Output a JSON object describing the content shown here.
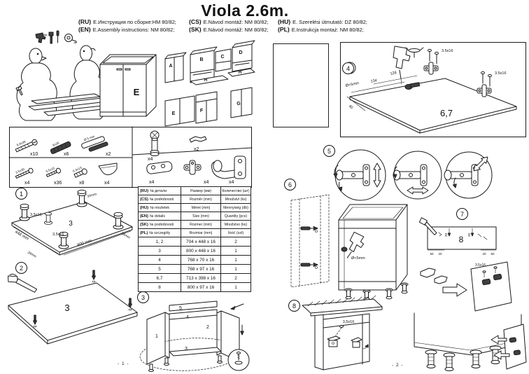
{
  "title": "Viola 2.6m.",
  "languages": {
    "ru": {
      "code": "(RU)",
      "text": "Е.Инструкция по сборке:HM 80/82;"
    },
    "en": {
      "code": "(EN)",
      "text": "E.Assembly instructions: NM 80/82;"
    },
    "cs": {
      "code": "(CS)",
      "text": "E.Návod montáž: NM 80/82;"
    },
    "sk": {
      "code": "(SK)",
      "text": "E.Návod montáž: NM 80/82;"
    },
    "hu": {
      "code": "(HU)",
      "text": "E. Szerelési útmutató: DZ 80/82;"
    },
    "pl": {
      "code": "(PL)",
      "text": "E.Instrukcja montaż: NM 80/82;"
    }
  },
  "overview": {
    "wall": [
      "A",
      "B",
      "C",
      "D"
    ],
    "base": [
      "E",
      "F",
      "G"
    ],
    "tops": [
      "H",
      "H"
    ],
    "main_cabinet": "E"
  },
  "hardware": {
    "row1": [
      {
        "size": "6.4x30",
        "qty": "x10"
      },
      {
        "size": "8x35",
        "qty": "x6"
      },
      {
        "size": "Ø 5 mm",
        "qty": "x2"
      }
    ],
    "row2": [
      {
        "size": "3.5x30",
        "qty": "x4"
      },
      {
        "size": "3.5x16",
        "qty": "x36"
      },
      {
        "size": "6.3x13",
        "qty": "x8"
      },
      {
        "qty": "x4"
      }
    ],
    "right": [
      {
        "name": "adjustable-leg",
        "qty": "x4"
      },
      {
        "name": "clip",
        "qty": "x2"
      },
      {
        "name": "cover-plate",
        "qty": "x4"
      },
      {
        "name": "hinge-plate",
        "qty": "x4"
      },
      {
        "name": "hinge-arm",
        "qty": "x4"
      }
    ]
  },
  "steps": {
    "s1": {
      "num": "1",
      "panel": "3",
      "screw": "3,5x16",
      "depth": "448 mm",
      "width": "800 mm",
      "inset": "34mm"
    },
    "s2": {
      "num": "2",
      "panel": "3"
    },
    "s3": {
      "num": "3",
      "p1": "1",
      "p2": "2",
      "p3": "3",
      "p4": "4",
      "p5": "5"
    },
    "s4": {
      "num": "4",
      "panel": "6,7",
      "drill": "Ø<5mm",
      "dim_a": "128",
      "dim_b": "134",
      "dim_c": "40",
      "screw": "3.5x16"
    },
    "s5": {
      "num": "5"
    },
    "s6": {
      "num": "6",
      "drill": "Ø<5mm"
    },
    "s7": {
      "num": "7",
      "panel": "8",
      "screw": "3.5x16",
      "top_off": "20",
      "side_off": "50"
    },
    "s8": {
      "num": "8",
      "screw": "3,5x16"
    }
  },
  "table": {
    "headers": [
      {
        "code": "(RU)",
        "col1": "№ детали",
        "col2": "Размер (мм)",
        "col3": "Количество (шт)"
      },
      {
        "code": "(CS)",
        "col1": "№ podrobnosti",
        "col2": "Rozměr (mm)",
        "col3": "Množství (ks)"
      },
      {
        "code": "(HU)",
        "col1": "№ részletek",
        "col2": "Méret (mm)",
        "col3": "Mennyiség (db)"
      },
      {
        "code": "(EN)",
        "col1": "№ details",
        "col2": "Size (mm)",
        "col3": "Quantity (pcs)"
      },
      {
        "code": "(SK)",
        "col1": "№ podrobnosti",
        "col2": "Rozmer (mm)",
        "col3": "Množstvo (ks)"
      },
      {
        "code": "(PL)",
        "col1": "№ szczegóły",
        "col2": "Rozmiar (mm)",
        "col3": "Ilość (szt)"
      }
    ],
    "rows": [
      {
        "part": "1, 2",
        "size": "704 x 448 x 16",
        "qty": "2"
      },
      {
        "part": "3",
        "size": "800 x 448 x 16",
        "qty": "1"
      },
      {
        "part": "4",
        "size": "768 x 70 x 16",
        "qty": "1"
      },
      {
        "part": "5",
        "size": "768 x 97 x 16",
        "qty": "1"
      },
      {
        "part": "6,7",
        "size": "713 x 398 x 16",
        "qty": "2"
      },
      {
        "part": "8",
        "size": "800 x 97 x 16",
        "qty": "1"
      }
    ]
  },
  "footer": {
    "p1": "- 1 -",
    "p2": "- 2 -"
  }
}
